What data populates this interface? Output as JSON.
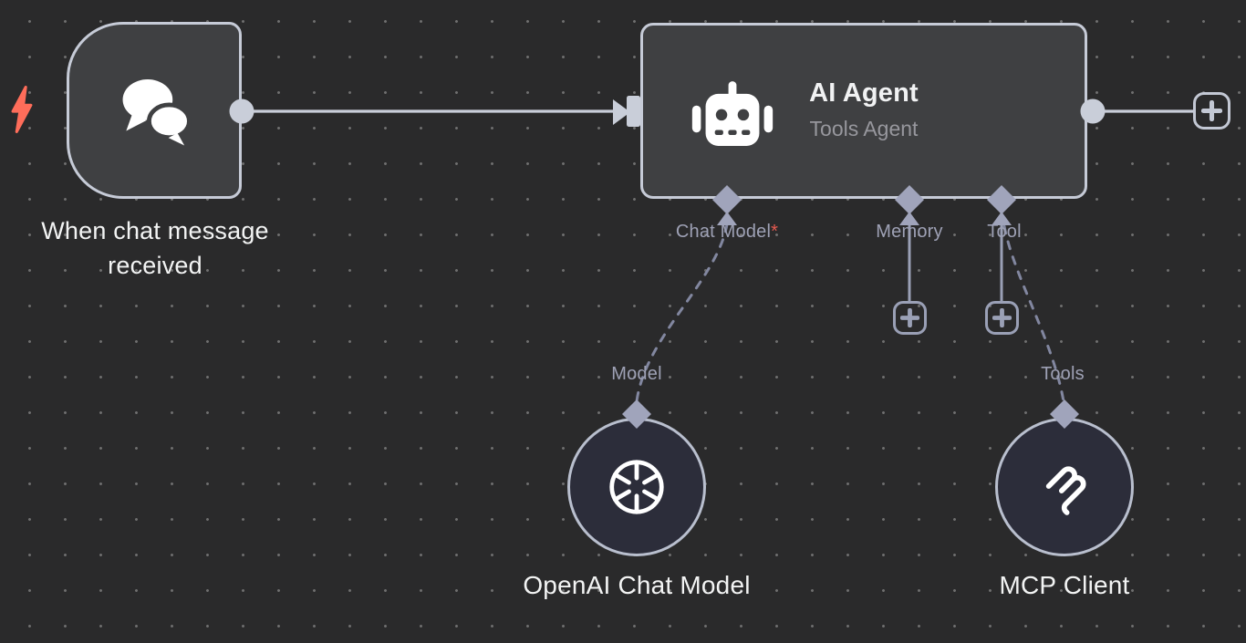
{
  "canvas": {
    "background_color": "#2a2a2b",
    "grid_dot_color": "#6e6e6e"
  },
  "palette": {
    "node_fill": "#3f4042",
    "node_border": "#c6cbd7",
    "circle_node_fill": "#2c2d3a",
    "connection_line": "#c9ced9",
    "sub_connector": "#a0a4bb",
    "dashed_line": "#8287a0",
    "trigger_bolt": "#ff6d5a",
    "required_asterisk": "#e85a50",
    "title_text": "#f1f2f3",
    "subtitle_text": "#97979d",
    "port_label_text": "#9ea1b5"
  },
  "trigger_node": {
    "name": "When chat message received",
    "icon": "chat-bubbles-icon",
    "badge_icon": "lightning-bolt-icon"
  },
  "agent_node": {
    "title": "AI Agent",
    "subtitle": "Tools Agent",
    "icon": "robot-icon",
    "ports": {
      "chat_model": {
        "label": "Chat Model",
        "required_marker": "*"
      },
      "memory": {
        "label": "Memory"
      },
      "tool": {
        "label": "Tool"
      }
    }
  },
  "model_node": {
    "port_label": "Model",
    "name": "OpenAI Chat Model",
    "icon": "openai-logo-icon"
  },
  "mcp_node": {
    "port_label": "Tools",
    "name": "MCP Client",
    "icon": "mcp-logo-icon"
  }
}
